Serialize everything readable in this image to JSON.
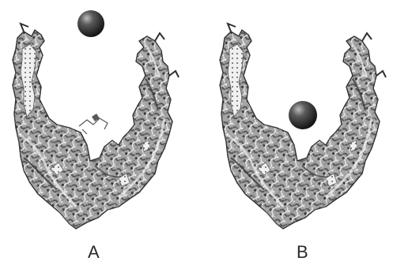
{
  "panels": [
    {
      "label": "A",
      "ball_position": "above-pocket",
      "ligand_fragment_visible": true
    },
    {
      "label": "B",
      "ball_position": "inside-pocket",
      "ligand_fragment_visible": false
    }
  ],
  "colors": {
    "background": "#ffffff",
    "surface_fill": "#9c9c9c",
    "surface_dark": "#4a4a4a",
    "surface_light": "#e4e4e4",
    "sphere": "#3a3a3a",
    "label_text": "#2a2a2a"
  }
}
